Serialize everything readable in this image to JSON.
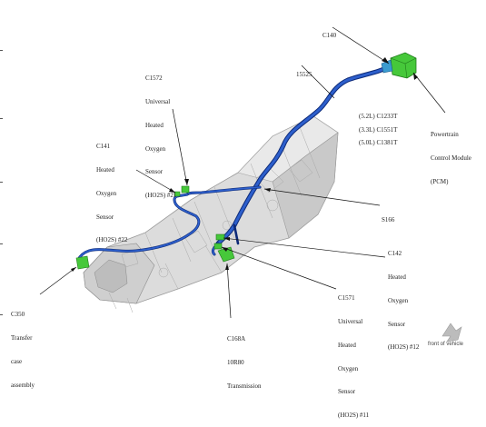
{
  "labels": {
    "c140": [
      "C140"
    ],
    "harness": [
      "15525"
    ],
    "pcm": [
      "Powertrain",
      "Control Module",
      "(PCM)"
    ],
    "c1572": [
      "C1572",
      "Universal",
      "Heated",
      "Oxygen",
      "Sensor",
      "(HO2S) #21"
    ],
    "c141": [
      "C141",
      "Heated",
      "Oxygen",
      "Sensor",
      "(HO2S) #22"
    ],
    "s166": [
      "S166"
    ],
    "c142": [
      "C142",
      "Heated",
      "Oxygen",
      "Sensor",
      "(HO2S) #12"
    ],
    "c1571": [
      "C1571",
      "Universal",
      "Heated",
      "Oxygen",
      "Sensor",
      "(HO2S) #11"
    ],
    "c168a": [
      "C168A",
      "10R80",
      "Transmission"
    ],
    "c350": [
      "C350",
      "Transfer",
      "case",
      "assembly"
    ]
  },
  "pcm_codes": [
    {
      "engine": "(5.2L)",
      "code": "C1233T"
    },
    {
      "engine": "(3.3L)",
      "code": "C1551T"
    },
    {
      "engine": "(5.0L)",
      "code": "C1381T"
    }
  ],
  "footer": {
    "front_of_vehicle": "front of vehicle"
  },
  "colors": {
    "harness": "#1f4fb8",
    "harness_dark": "#0d2a78",
    "connector": "#46c83a",
    "connector_dark": "#1f7a1a",
    "transmission": "#d4d4d4",
    "transmission_line": "#9a9a9a"
  }
}
